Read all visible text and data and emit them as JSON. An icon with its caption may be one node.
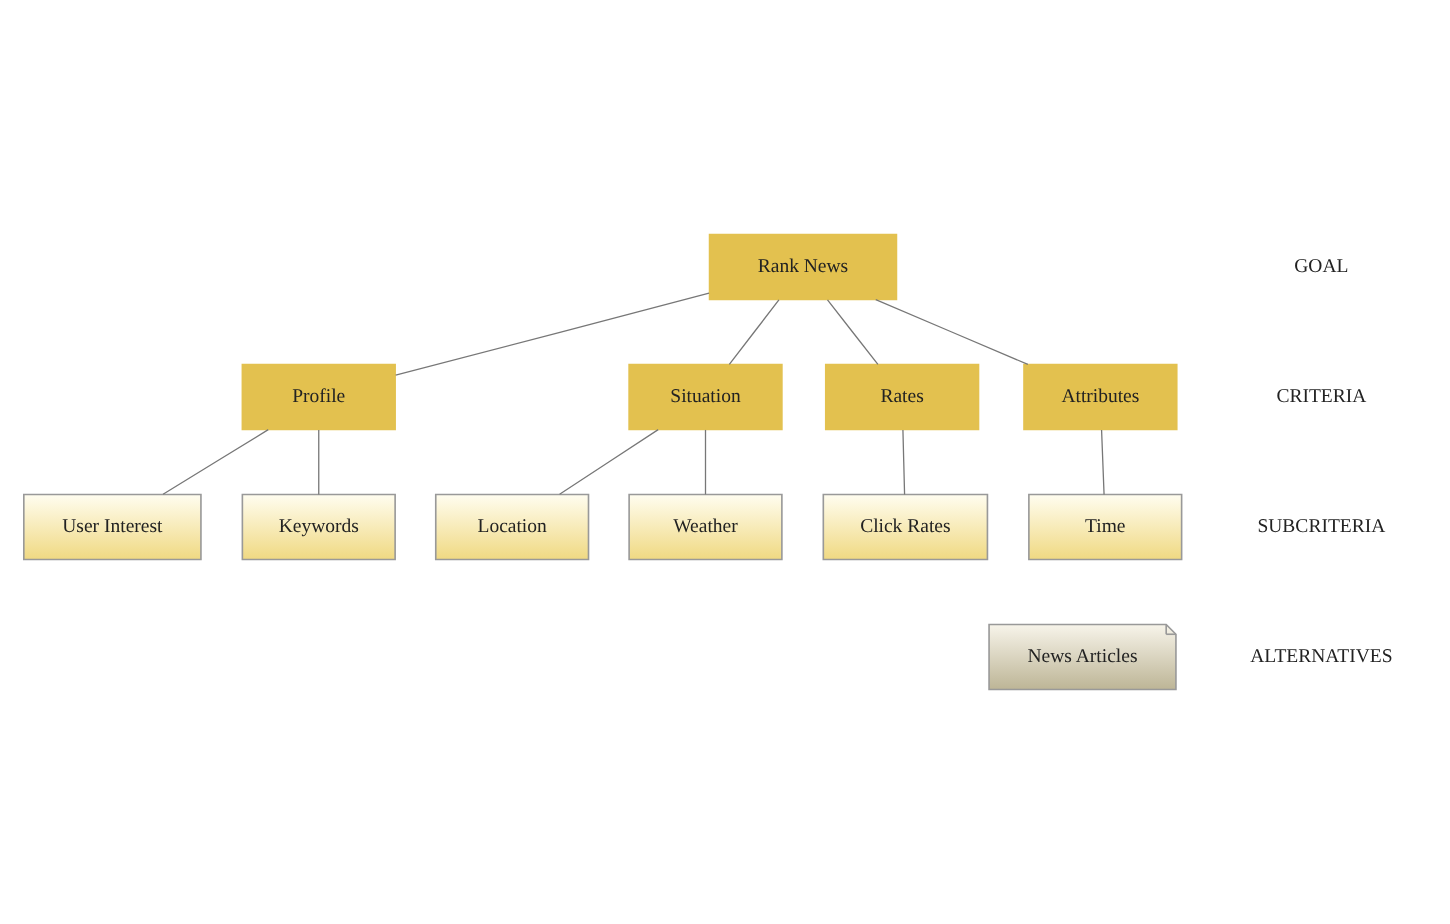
{
  "diagram": {
    "nodes": [
      {
        "text": [
          "Rank News"
        ]
      },
      {
        "text": [
          "Profile"
        ]
      },
      {
        "text": [
          "Situation"
        ]
      },
      {
        "text": [
          "Rates"
        ]
      },
      {
        "text": [
          "Attributes"
        ]
      },
      {
        "text": [
          "User Interest"
        ]
      },
      {
        "text": [
          "Keywords"
        ]
      },
      {
        "text": [
          "Location"
        ]
      },
      {
        "text": [
          "Weather"
        ]
      },
      {
        "text": [
          "Click Rates"
        ]
      },
      {
        "text": [
          "Time"
        ]
      },
      {
        "text": [
          "News Articles"
        ]
      }
    ],
    "edges": [
      {
        "from": 0,
        "to": 1,
        "arrow": "none"
      },
      {
        "from": 0,
        "to": 2,
        "arrow": "none"
      },
      {
        "from": 0,
        "to": 3,
        "arrow": "none"
      },
      {
        "from": 0,
        "to": 4,
        "arrow": "none"
      },
      {
        "from": 1,
        "to": 5,
        "arrow": "none"
      },
      {
        "from": 1,
        "to": 6,
        "arrow": "none"
      },
      {
        "from": 2,
        "to": 7,
        "arrow": "none"
      },
      {
        "from": 2,
        "to": 8,
        "arrow": "none"
      },
      {
        "from": 3,
        "to": 9,
        "arrow": "none"
      },
      {
        "from": 4,
        "to": 10,
        "arrow": "none"
      }
    ],
    "labels": [
      "GOAL",
      "CRITERIA",
      "SUBCRITERIA",
      "ALTERNATIVES"
    ]
  }
}
